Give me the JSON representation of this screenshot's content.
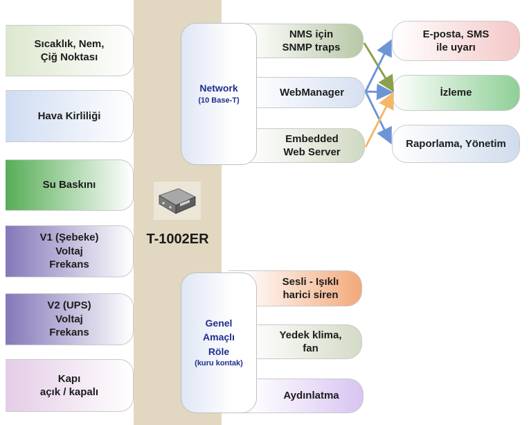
{
  "device": {
    "name": "T-1002ER"
  },
  "inputs": [
    {
      "label": "Sıcaklık, Nem,\nÇiğ Noktası"
    },
    {
      "label": "Hava Kirliliği"
    },
    {
      "label": "Su Baskını"
    },
    {
      "label": "V1 (Şebeke)\nVoltaj\nFrekans"
    },
    {
      "label": "V2 (UPS)\nVoltaj\nFrekans"
    },
    {
      "label": "Kapı\naçık / kapalı"
    }
  ],
  "network": {
    "title": "Network",
    "subtitle": "(10 Base-T)",
    "items": [
      {
        "label": "NMS için\nSNMP traps"
      },
      {
        "label": "WebManager"
      },
      {
        "label": "Embedded\nWeb Server"
      }
    ]
  },
  "relay": {
    "title": "Genel\nAmaçlı\nRöle",
    "subtitle": "(kuru kontak)",
    "items": [
      {
        "label": "Sesli - Işıklı\nharici siren"
      },
      {
        "label": "Yedek klima,\nfan"
      },
      {
        "label": "Aydınlatma"
      }
    ]
  },
  "outputs": [
    {
      "label": "E-posta, SMS\nile uyarı"
    },
    {
      "label": "İzleme"
    },
    {
      "label": "Raporlama, Yönetim"
    }
  ],
  "colors": {
    "central_column": "#e2d7c0",
    "hub_title": "#1f2e8c",
    "arrow_green": "#8aa04a",
    "arrow_blue": "#6d95d6",
    "arrow_orange": "#f2b86a"
  }
}
